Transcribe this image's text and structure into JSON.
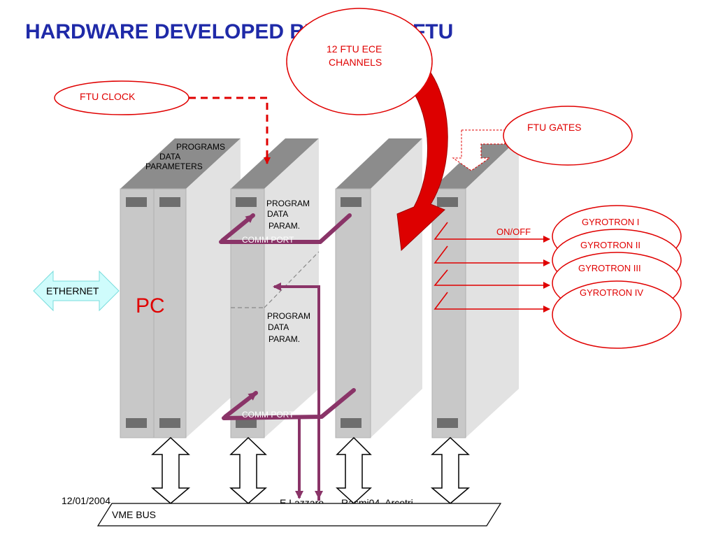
{
  "slide": {
    "title": "HARDWARE DEVELOPED BY IFP FOR FTU",
    "footer_date": "12/01/2004",
    "footer_author": "E.Lazzaro",
    "footer_event": "Rasmi04, Arcetri"
  },
  "labels": {
    "ece_channels_line1": "12 FTU ECE",
    "ece_channels_line2": "CHANNELS",
    "ftu_clock": "FTU CLOCK",
    "ftu_gates": "FTU GATES",
    "pc_programs": "PROGRAMS",
    "pc_data": "DATA",
    "pc_parameters": "PARAMETERS",
    "pc": "PC",
    "ethernet": "ETHERNET",
    "board1_program": "PROGRAM",
    "board1_data": "DATA",
    "board1_param": "PARAM.",
    "board2_program": "PROGRAM",
    "board2_data": "DATA",
    "board2_param": "PARAM.",
    "comm_port_upper": "COMM PORT",
    "comm_port_lower": "COMM PORT",
    "on_off": "ON/OFF",
    "vme_bus": "VME BUS"
  },
  "gyrotrons": [
    "GYROTRON I",
    "GYROTRON II",
    "GYROTRON III",
    "GYROTRON IV"
  ],
  "colors": {
    "title": "#1f2aa8",
    "red": "#e00000",
    "purple": "#8a3468",
    "panel_front": "#c8c8c8",
    "panel_side": "#e2e2e2",
    "panel_top": "#8c8c8c"
  }
}
